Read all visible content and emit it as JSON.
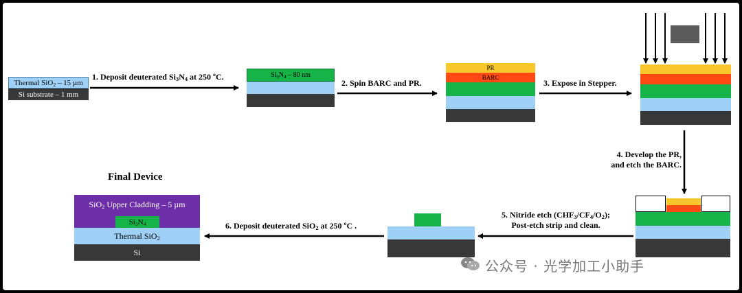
{
  "colors": {
    "thermal_sio2": "#9fd0f5",
    "si": "#383838",
    "nitride": "#16b349",
    "barc": "#ff4a16",
    "pr": "#f7c72c",
    "cladding": "#6c2fa7",
    "mask": "#5a5a5a"
  },
  "stage0": {
    "sio2_pre": "Thermal SiO",
    "sio2_sub": "2",
    "sio2_post": " – 15 µm",
    "si": "Si substrate – 1 mm"
  },
  "stage1": {
    "nitride_pre": "Si",
    "nitride_sub1": "3",
    "nitride_mid": "N",
    "nitride_sub2": "4",
    "nitride_post": " – 80 nm"
  },
  "stage2": {
    "pr": "PR",
    "barc": "BARC"
  },
  "final": {
    "title": "Final Device",
    "cladding_pre": "SiO",
    "cladding_sub": "2",
    "cladding_post": " Upper Cladding – 5 µm",
    "core_pre": "Si",
    "core_sub1": "3",
    "core_mid": "N",
    "core_sub2": "4",
    "thermal_pre": "Thermal SiO",
    "thermal_sub": "2",
    "si": "Si"
  },
  "steps": {
    "s1_pre": "1. Deposit deuterated  Si",
    "s1_sub1": "3",
    "s1_mid": "N",
    "s1_sub2": "4",
    "s1_post": " at 250 ºC.",
    "s2": "2. Spin BARC and PR.",
    "s3": "3. Expose in Stepper.",
    "s4_line1": "4. Develop the PR,",
    "s4_line2": "and etch the BARC.",
    "s5_line1_pre": "5. Nitride etch (CHF",
    "s5_sub1": "3",
    "s5_mid1": "/CF",
    "s5_sub2": "4",
    "s5_mid2": "/O",
    "s5_sub3": "2",
    "s5_line1_post": ");",
    "s5_line2": "Post-etch strip and clean.",
    "s6_pre": "6. Deposit deuterated SiO",
    "s6_sub": "2",
    "s6_post": " at 250 ºC ."
  },
  "watermark": "公众号 · 光学加工小助手"
}
